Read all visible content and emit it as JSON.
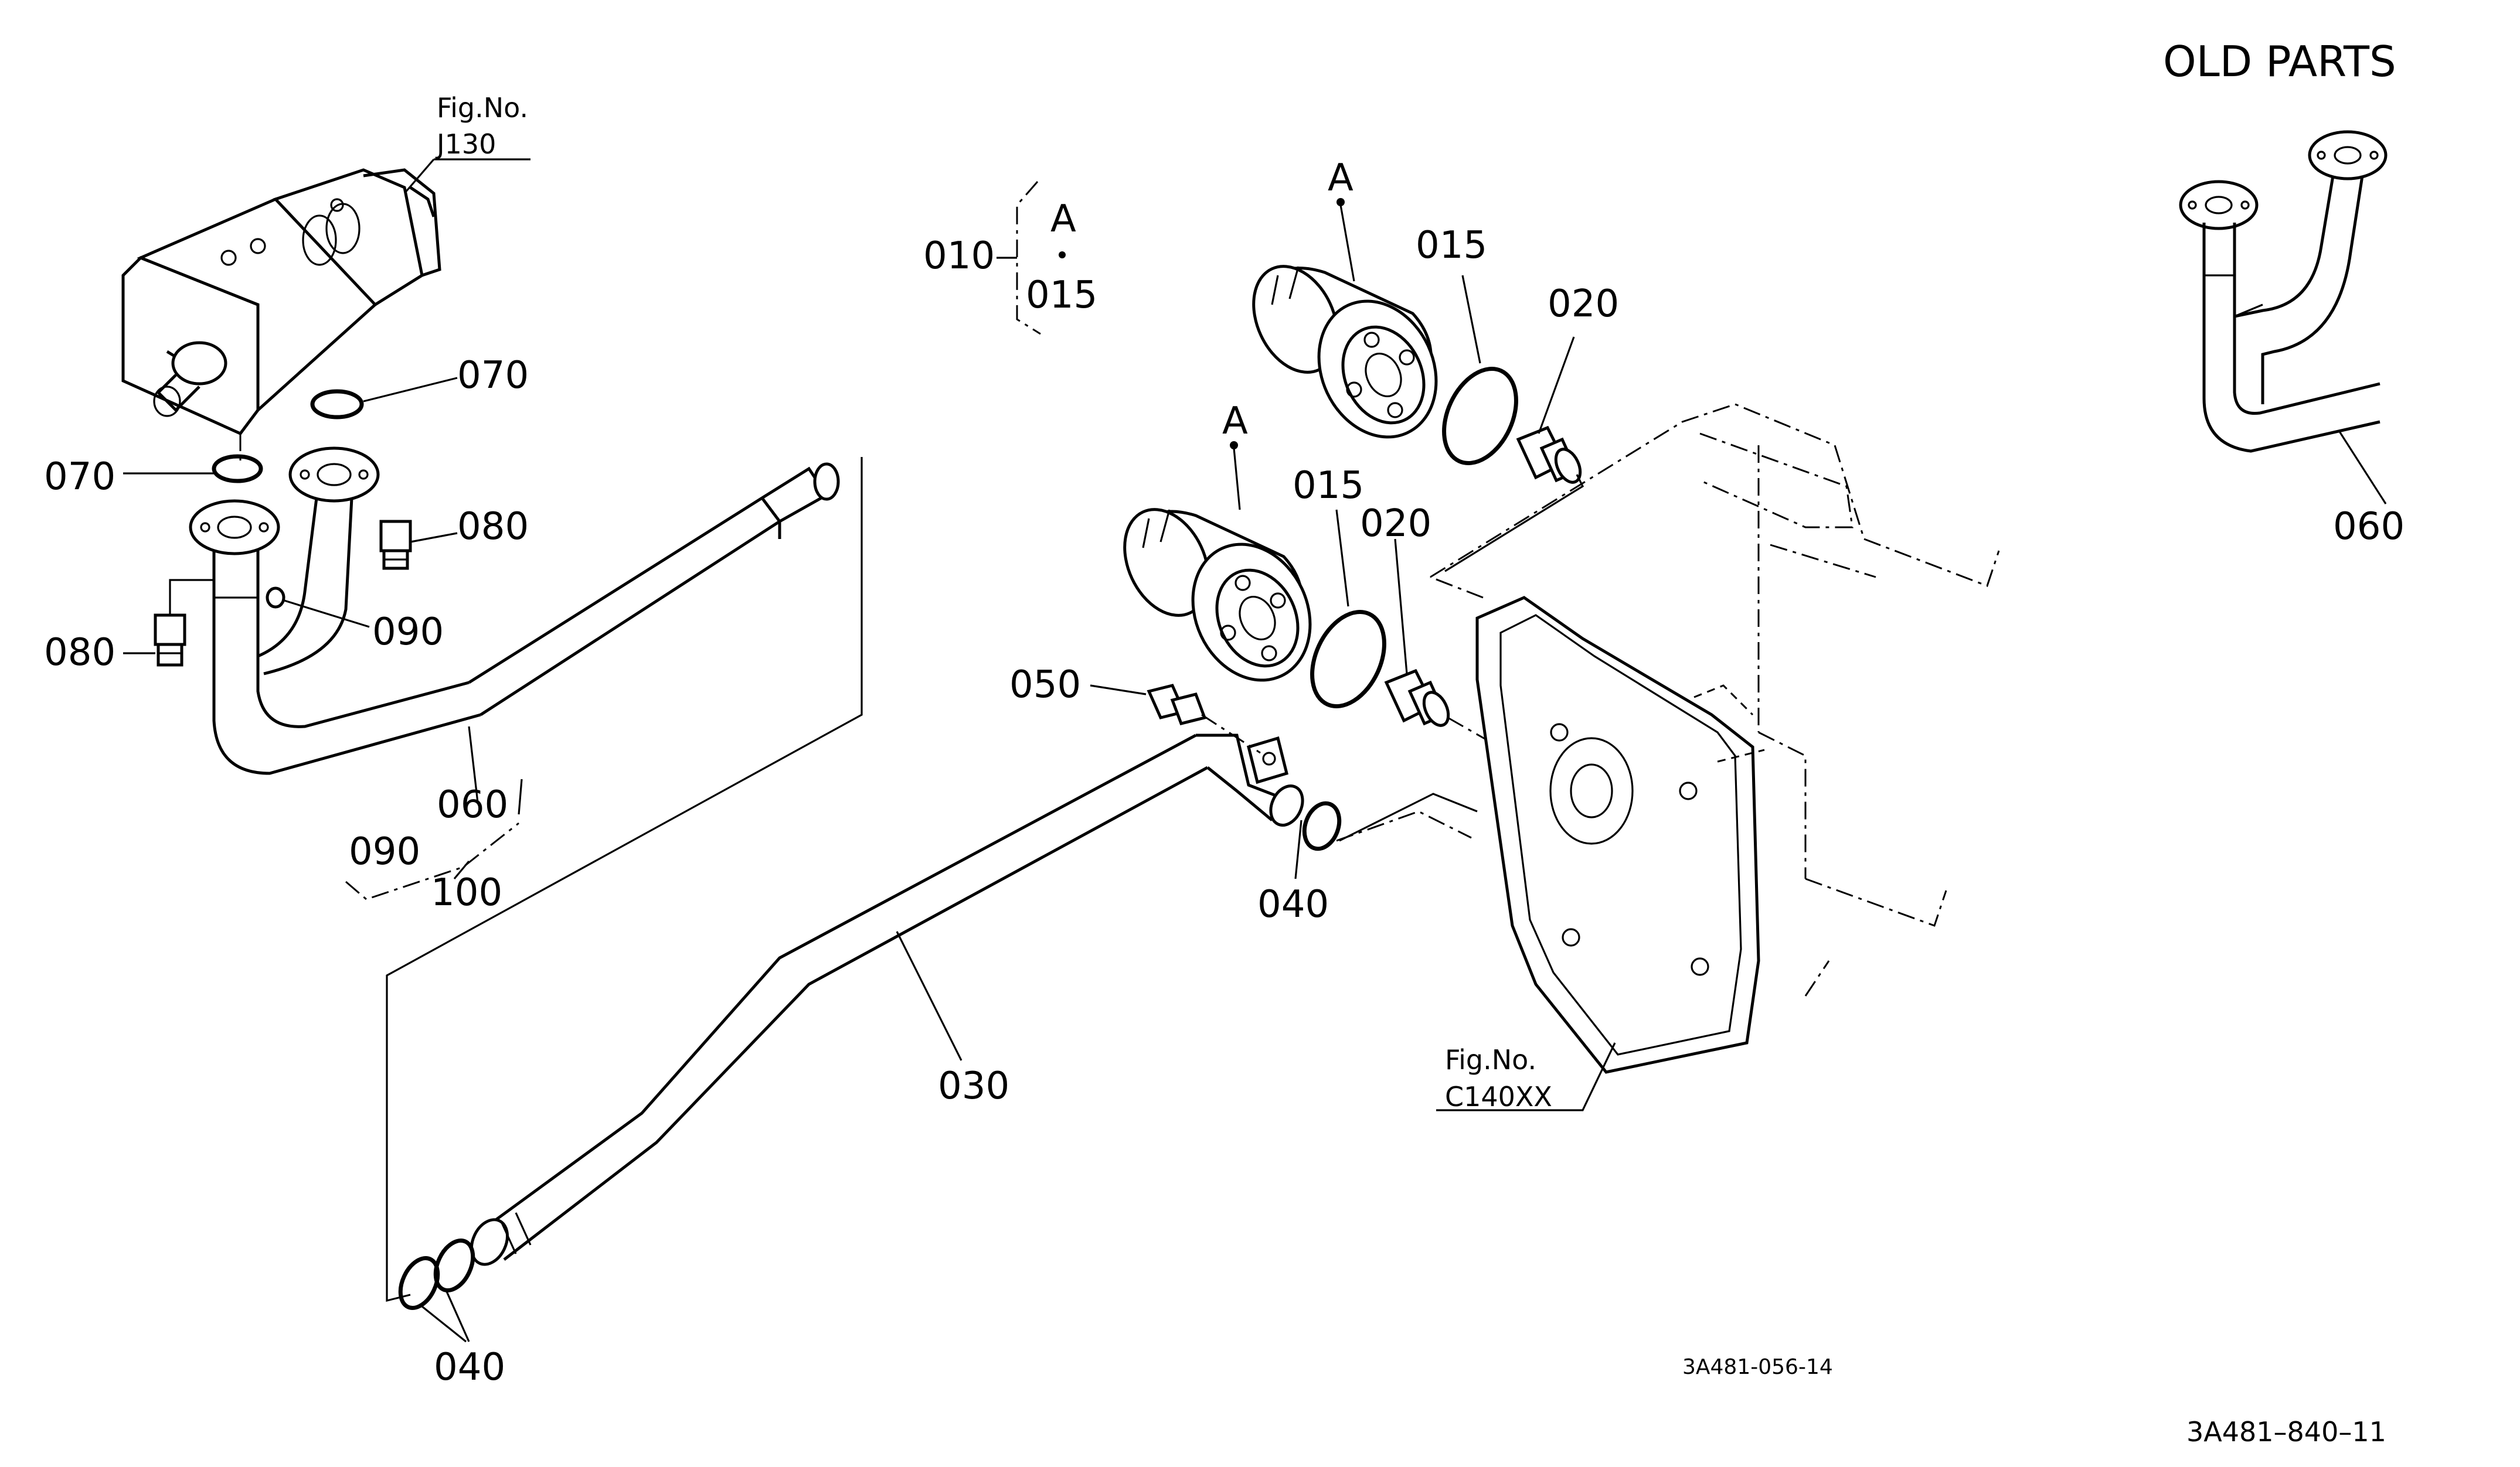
{
  "header": {
    "old_parts_label": "OLD PARTS"
  },
  "figure_refs": [
    {
      "line1": "Fig.No.",
      "line2": "J130"
    },
    {
      "line1": "Fig.No.",
      "line2": "C140XX"
    }
  ],
  "callouts": {
    "c010": "010",
    "c010_a": "A",
    "c010_015": "015",
    "filter_a_upper": "A",
    "filter_a_lower": "A",
    "c015_upper": "015",
    "c015_lower": "015",
    "c020_upper": "020",
    "c020_lower": "020",
    "c030": "030",
    "c040_right": "040",
    "c040_bottom": "040",
    "c050": "050",
    "c060": "060",
    "c060_old": "060",
    "c070_right": "070",
    "c070_left": "070",
    "c080_right": "080",
    "c080_left": "080",
    "c090_right": "090",
    "c090_group": "090",
    "c100": "100"
  },
  "codes": {
    "drawing_code": "3A481-056-14",
    "page_code": "3A481–840–11"
  },
  "icons": {
    "oil_filter": "oil-filter-icon",
    "pump": "hydraulic-pump-icon",
    "pipe": "pipe-icon",
    "o_ring": "o-ring-icon",
    "bolt": "bolt-icon",
    "housing": "transmission-housing-icon"
  }
}
